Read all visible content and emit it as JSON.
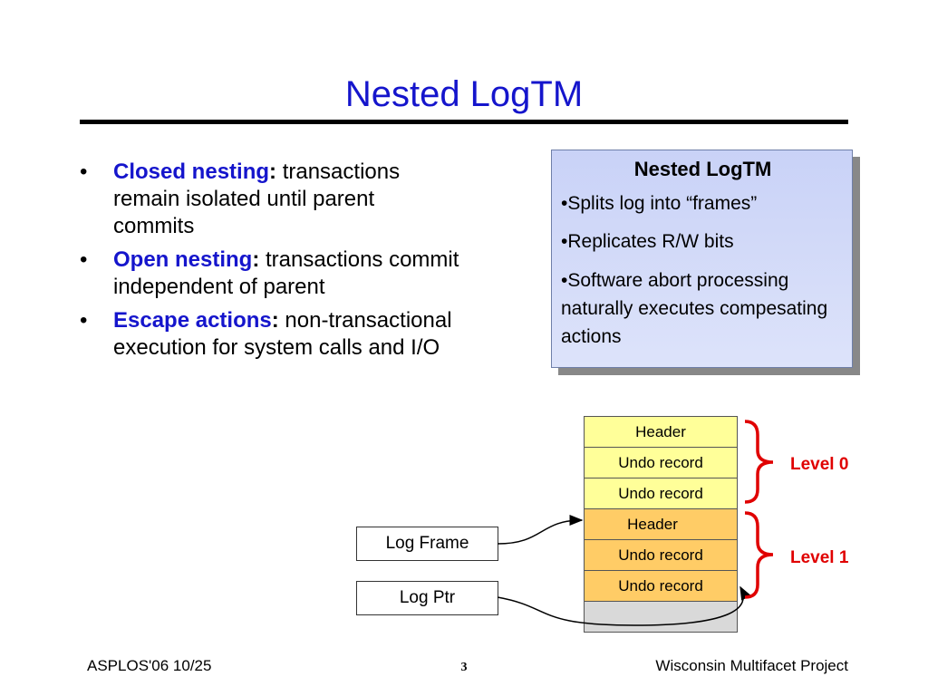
{
  "slide": {
    "title": "Nested LogTM"
  },
  "bullets": [
    {
      "marker": "•",
      "term": "Closed nesting",
      "colon": ":",
      "text": " transactions remain isolated until parent commits"
    },
    {
      "marker": "•",
      "term": "Open nesting",
      "colon": ":",
      "text": " transactions commit independent of parent"
    },
    {
      "marker": "•",
      "term": "Escape actions",
      "colon": ":",
      "text": " non-transactional execution for system calls and I/O"
    }
  ],
  "callout": {
    "title": "Nested LogTM",
    "items": [
      "•Splits log into “frames”",
      "•Replicates R/W bits",
      "•Software abort processing naturally executes compesating actions"
    ]
  },
  "log": {
    "rows": [
      "Header",
      "Undo record",
      "Undo record",
      "Header",
      "Undo record",
      "Undo record",
      ""
    ]
  },
  "boxes": {
    "log_frame": "Log Frame",
    "log_ptr": "Log Ptr"
  },
  "levels": {
    "level0": "Level 0",
    "level1": "Level 1"
  },
  "colors": {
    "title": "#1515cc",
    "term": "#1515cc",
    "level": "#e00000",
    "level0_fill": "#ffff99",
    "level1_fill": "#ffcc66"
  },
  "footer": {
    "left": "ASPLOS'06 10/25",
    "page": "3",
    "right": "Wisconsin Multifacet Project"
  }
}
